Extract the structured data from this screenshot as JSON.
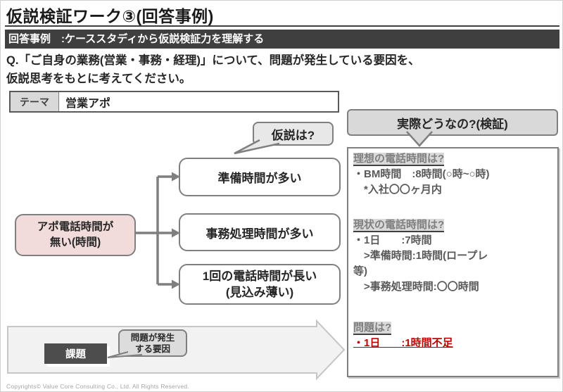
{
  "title": "仮説検証ワーク③(回答事例)",
  "header_bar": {
    "label": "回答事例　:ケーススタディから仮説検証力を理解する"
  },
  "question": {
    "text": "Q.「ご自身の業務(営業・事務・経理)」について、問題が発生している要因を、\n仮説思考をもとに考えてください。"
  },
  "theme_table": {
    "label": "テーマ",
    "value": "営業アポ"
  },
  "bubbles": {
    "hypothesis": "仮説は?",
    "verify": "実際どうなの?(検証)",
    "factor": "問題が発生\nする要因"
  },
  "cause_box": {
    "text": "アポ電話時間が\n無い(時間)"
  },
  "hypothesis_boxes": [
    {
      "text": "準備時間が多い"
    },
    {
      "text": "事務処理時間が多い"
    },
    {
      "text": "1回の電話時間が長い\n(見込み薄い)"
    }
  ],
  "panel": {
    "s1_title": "理想の電話時間は?",
    "s1_line1": "・BM時間　:8時間(○時~○時)",
    "s1_line2": "　*入社〇〇ヶ月内",
    "s2_title": "現状の電話時間は?",
    "s2_line1": "・1日　　:7時間",
    "s2_line2": "　>準備時間:1時間(ロープレ",
    "s2_line3": "等)",
    "s2_line4": "　>事務処理時間:〇〇時間",
    "s3_title": "問題は?",
    "s3_line1": "・1日　　:1時間不足"
  },
  "bottom_arrow": {
    "kadai_label": "課題"
  },
  "footer": {
    "copyright": "Copyrights© Value Core Consulting Co., Ltd.  All Rights Reserved."
  },
  "colors": {
    "header_bar_bg": "#3f3f3f",
    "cause_box_bg": "#f2dcdb",
    "bubble_gray": "#d9d9d9",
    "panel_text": "#595959",
    "heading_highlight": "#d9d9d9",
    "problem_red": "#c00000",
    "connector_gray": "#7f7f7f",
    "big_arrow_fill": "#f2f2f2",
    "kadai_bg": "#4d4d4d"
  }
}
